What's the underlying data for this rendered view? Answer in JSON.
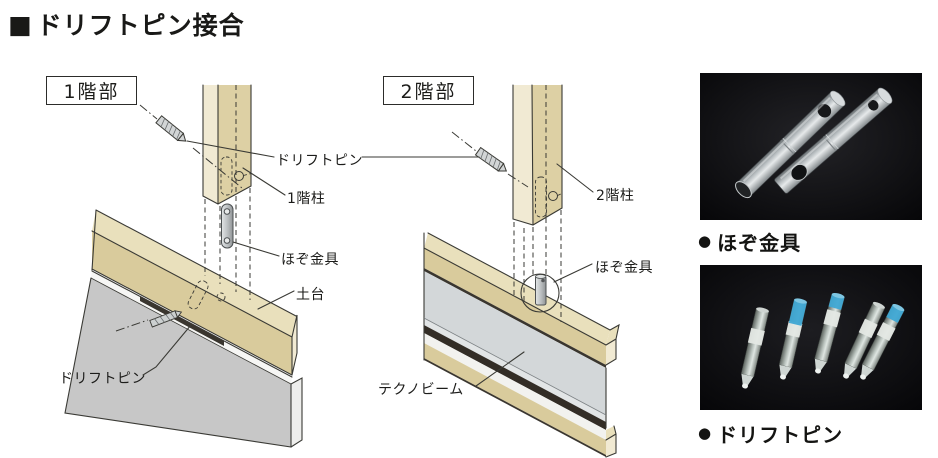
{
  "title": {
    "marker": "■",
    "text": "ドリフトピン接合"
  },
  "diagram1": {
    "frame_label": "1階部",
    "labels": {
      "drift_pin": "ドリフトピン",
      "column": "1階柱",
      "tenon_hardware": "ほぞ金具",
      "sill": "土台",
      "drift_pin_lower": "ドリフトピン"
    }
  },
  "diagram2": {
    "frame_label": "2階部",
    "labels": {
      "column": "2階柱",
      "tenon_hardware": "ほぞ金具",
      "techno_beam": "テクノビーム"
    }
  },
  "photos": [
    {
      "bullet": "●",
      "caption": "ほぞ金具"
    },
    {
      "bullet": "●",
      "caption": "ドリフトピン"
    }
  ],
  "colors": {
    "wood_top": "#e9e0bc",
    "wood_front": "#d9cb9c",
    "wood_end": "#f1ead3",
    "concrete": "#c7c7c7",
    "steel_web": "#d3d7d9",
    "metal": "#b9bdbf",
    "pin_blue": "#3ea6d3",
    "photo_bg": "#0a0a0c",
    "outline": "#3a3a35"
  }
}
